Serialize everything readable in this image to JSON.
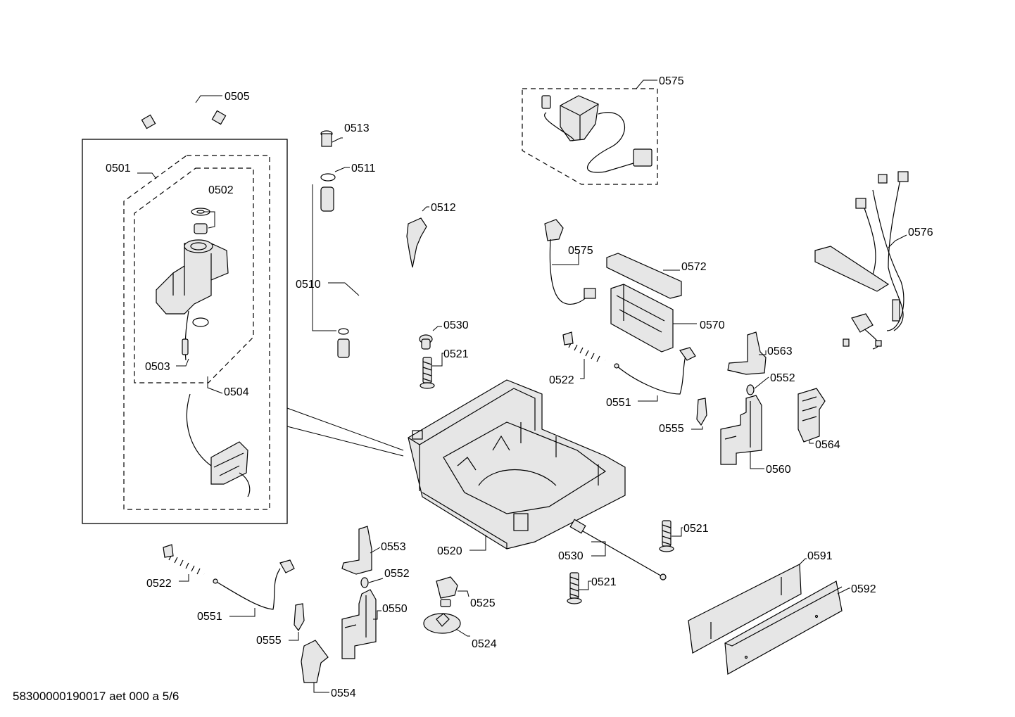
{
  "document_id": "58300000190017 aet 000 a 5/6",
  "callouts": {
    "c0505": "0505",
    "c0501": "0501",
    "c0502": "0502",
    "c0503": "0503",
    "c0504": "0504",
    "c0513": "0513",
    "c0511": "0511",
    "c0512": "0512",
    "c0510": "0510",
    "c0530a": "0530",
    "c0521a": "0521",
    "c0575a": "0575",
    "c0575b": "0575",
    "c0572": "0572",
    "c0570": "0570",
    "c0576": "0576",
    "c0522a": "0522",
    "c0551a": "0551",
    "c0563": "0563",
    "c0552a": "0552",
    "c0555a": "0555",
    "c0564": "0564",
    "c0560": "0560",
    "c0520": "0520",
    "c0521b": "0521",
    "c0530b": "0530",
    "c0521c": "0521",
    "c0553": "0553",
    "c0552b": "0552",
    "c0550": "0550",
    "c0525": "0525",
    "c0524": "0524",
    "c0522b": "0522",
    "c0551b": "0551",
    "c0555b": "0555",
    "c0554": "0554",
    "c0591": "0591",
    "c0592": "0592"
  }
}
